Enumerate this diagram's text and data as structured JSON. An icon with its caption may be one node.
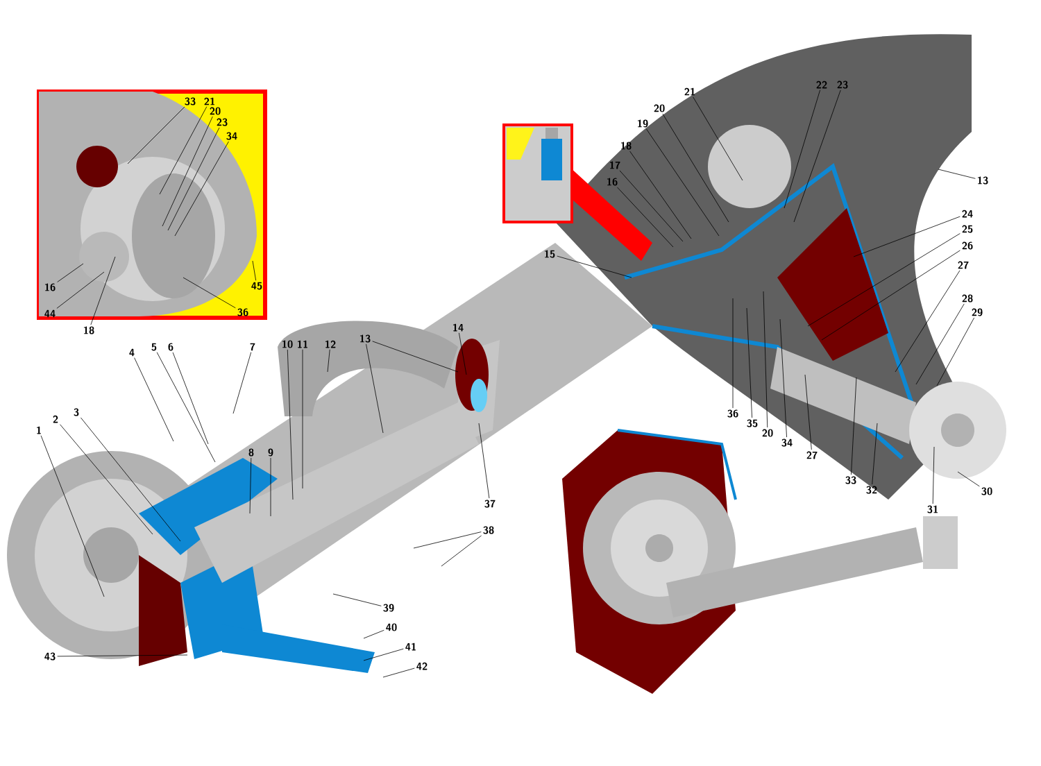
{
  "diagram": {
    "nodes": [
      {
        "text": [
          "33"
        ]
      },
      {
        "text": [
          "21"
        ]
      },
      {
        "text": [
          "20"
        ]
      },
      {
        "text": [
          "23"
        ]
      },
      {
        "text": [
          "34"
        ]
      },
      {
        "text": [
          "16"
        ]
      },
      {
        "text": [
          "44"
        ]
      },
      {
        "text": [
          "18"
        ]
      },
      {
        "text": [
          "45"
        ]
      },
      {
        "text": [
          "36"
        ]
      },
      {
        "text": [
          "21"
        ]
      },
      {
        "text": [
          "22"
        ]
      },
      {
        "text": [
          "23"
        ]
      },
      {
        "text": [
          "20"
        ]
      },
      {
        "text": [
          "19"
        ]
      },
      {
        "text": [
          "18"
        ]
      },
      {
        "text": [
          "17"
        ]
      },
      {
        "text": [
          "16"
        ]
      },
      {
        "text": [
          "15"
        ]
      },
      {
        "text": [
          "13"
        ]
      },
      {
        "text": [
          "24"
        ]
      },
      {
        "text": [
          "25"
        ]
      },
      {
        "text": [
          "26"
        ]
      },
      {
        "text": [
          "27"
        ]
      },
      {
        "text": [
          "28"
        ]
      },
      {
        "text": [
          "29"
        ]
      },
      {
        "text": [
          "14"
        ]
      },
      {
        "text": [
          "13"
        ]
      },
      {
        "text": [
          "12"
        ]
      },
      {
        "text": [
          "11"
        ]
      },
      {
        "text": [
          "10"
        ]
      },
      {
        "text": [
          "7"
        ]
      },
      {
        "text": [
          "6"
        ]
      },
      {
        "text": [
          "5"
        ]
      },
      {
        "text": [
          "4"
        ]
      },
      {
        "text": [
          "3"
        ]
      },
      {
        "text": [
          "2"
        ]
      },
      {
        "text": [
          "1"
        ]
      },
      {
        "text": [
          "8"
        ]
      },
      {
        "text": [
          "9"
        ]
      },
      {
        "text": [
          "37"
        ]
      },
      {
        "text": [
          "38"
        ]
      },
      {
        "text": [
          "39"
        ]
      },
      {
        "text": [
          "40"
        ]
      },
      {
        "text": [
          "41"
        ]
      },
      {
        "text": [
          "42"
        ]
      },
      {
        "text": [
          "43"
        ]
      },
      {
        "text": [
          "36"
        ]
      },
      {
        "text": [
          "35"
        ]
      },
      {
        "text": [
          "20"
        ]
      },
      {
        "text": [
          "34"
        ]
      },
      {
        "text": [
          "27"
        ]
      },
      {
        "text": [
          "33"
        ]
      },
      {
        "text": [
          "32"
        ]
      },
      {
        "text": [
          "31"
        ]
      },
      {
        "text": [
          "30"
        ]
      }
    ],
    "edges": [
      {
        "from": 0,
        "to": null,
        "arrow": "none"
      },
      {
        "from": 1,
        "to": null,
        "arrow": "none"
      },
      {
        "from": 2,
        "to": null,
        "arrow": "none"
      },
      {
        "from": 3,
        "to": null,
        "arrow": "none"
      },
      {
        "from": 4,
        "to": null,
        "arrow": "none"
      },
      {
        "from": 5,
        "to": null,
        "arrow": "none"
      },
      {
        "from": 6,
        "to": null,
        "arrow": "none"
      },
      {
        "from": 7,
        "to": null,
        "arrow": "none"
      },
      {
        "from": 8,
        "to": null,
        "arrow": "none"
      },
      {
        "from": 9,
        "to": null,
        "arrow": "none"
      },
      {
        "from": 10,
        "to": null,
        "arrow": "none"
      },
      {
        "from": 11,
        "to": null,
        "arrow": "none"
      },
      {
        "from": 12,
        "to": null,
        "arrow": "none"
      },
      {
        "from": 13,
        "to": null,
        "arrow": "none"
      },
      {
        "from": 14,
        "to": null,
        "arrow": "none"
      },
      {
        "from": 15,
        "to": null,
        "arrow": "none"
      },
      {
        "from": 16,
        "to": null,
        "arrow": "none"
      },
      {
        "from": 17,
        "to": null,
        "arrow": "none"
      },
      {
        "from": 18,
        "to": null,
        "arrow": "none"
      },
      {
        "from": 19,
        "to": null,
        "arrow": "none"
      },
      {
        "from": 20,
        "to": null,
        "arrow": "none"
      },
      {
        "from": 21,
        "to": null,
        "arrow": "none"
      },
      {
        "from": 22,
        "to": null,
        "arrow": "none"
      },
      {
        "from": 23,
        "to": null,
        "arrow": "none"
      },
      {
        "from": 24,
        "to": null,
        "arrow": "none"
      },
      {
        "from": 25,
        "to": null,
        "arrow": "none"
      },
      {
        "from": 26,
        "to": null,
        "arrow": "none"
      },
      {
        "from": 27,
        "to": null,
        "arrow": "none"
      },
      {
        "from": 27,
        "to": null,
        "arrow": "none"
      },
      {
        "from": 28,
        "to": null,
        "arrow": "none"
      },
      {
        "from": 29,
        "to": null,
        "arrow": "none"
      },
      {
        "from": 30,
        "to": null,
        "arrow": "none"
      },
      {
        "from": 31,
        "to": null,
        "arrow": "none"
      },
      {
        "from": 32,
        "to": null,
        "arrow": "none"
      },
      {
        "from": 33,
        "to": null,
        "arrow": "none"
      },
      {
        "from": 34,
        "to": null,
        "arrow": "none"
      },
      {
        "from": 35,
        "to": null,
        "arrow": "none"
      },
      {
        "from": 36,
        "to": null,
        "arrow": "none"
      },
      {
        "from": 37,
        "to": null,
        "arrow": "none"
      },
      {
        "from": 38,
        "to": null,
        "arrow": "none"
      },
      {
        "from": 39,
        "to": null,
        "arrow": "none"
      },
      {
        "from": 40,
        "to": null,
        "arrow": "none"
      },
      {
        "from": 41,
        "to": null,
        "arrow": "none"
      },
      {
        "from": 41,
        "to": null,
        "arrow": "none"
      },
      {
        "from": 42,
        "to": null,
        "arrow": "none"
      },
      {
        "from": 43,
        "to": null,
        "arrow": "none"
      },
      {
        "from": 44,
        "to": null,
        "arrow": "none"
      },
      {
        "from": 45,
        "to": null,
        "arrow": "none"
      },
      {
        "from": 46,
        "to": null,
        "arrow": "none"
      },
      {
        "from": 47,
        "to": null,
        "arrow": "none"
      },
      {
        "from": 48,
        "to": null,
        "arrow": "none"
      },
      {
        "from": 49,
        "to": null,
        "arrow": "none"
      },
      {
        "from": 50,
        "to": null,
        "arrow": "none"
      },
      {
        "from": 51,
        "to": null,
        "arrow": "none"
      },
      {
        "from": 52,
        "to": null,
        "arrow": "none"
      },
      {
        "from": 53,
        "to": null,
        "arrow": "none"
      },
      {
        "from": 54,
        "to": null,
        "arrow": "none"
      },
      {
        "from": 55,
        "to": null,
        "arrow": "none"
      }
    ]
  }
}
